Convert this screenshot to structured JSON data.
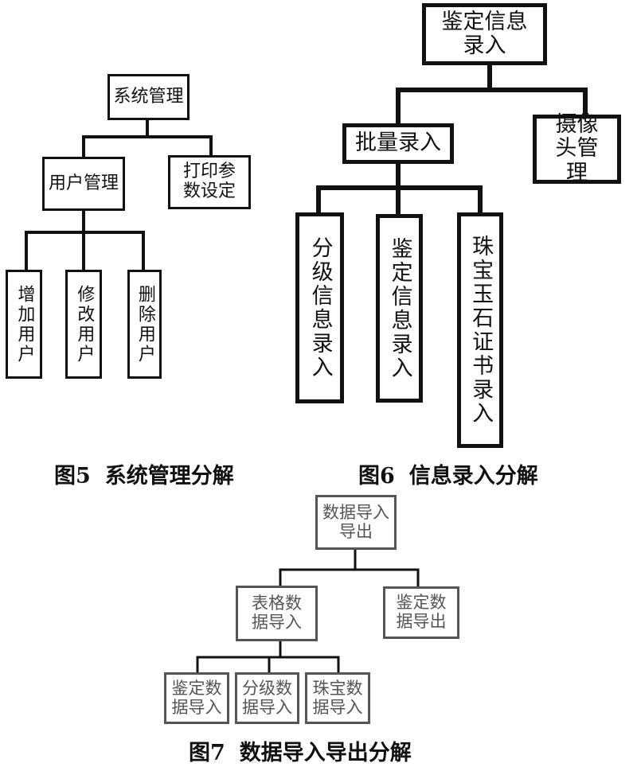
{
  "fig5": {
    "root": "系统管理",
    "user_mgmt": "用户管理",
    "print_params": "打印参数设定",
    "add_user": "增加用户",
    "edit_user": "修改用户",
    "delete_user": "删除用户",
    "caption_num": "图5",
    "caption_title": "系统管理分解"
  },
  "fig6": {
    "root": "鉴定信息录入",
    "batch_entry": "批量录入",
    "camera_mgmt": "摄像头管理",
    "grade_entry": "分级信息录入",
    "appraisal_entry": "鉴定信息录入",
    "jewelry_cert_entry": "珠宝玉石证书录入",
    "caption_num": "图6",
    "caption_title": "信息录入分解"
  },
  "fig7": {
    "root": "数据导入导出",
    "table_import": "表格数据导入",
    "appraisal_export": "鉴定数据导出",
    "appraisal_import": "鉴定数据导入",
    "grade_import": "分级数据导入",
    "jewelry_import": "珠宝数据导入",
    "caption_num": "图7",
    "caption_title": "数据导入导出分解"
  }
}
